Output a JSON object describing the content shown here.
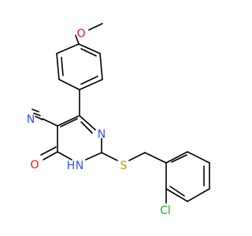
{
  "molecule": {
    "atoms": {
      "o_methoxy": {
        "symbol": "O",
        "color": "#ff0d0d"
      },
      "n_nitrile": {
        "symbol": "N",
        "color": "#3050f8"
      },
      "n_ring": {
        "symbol": "N",
        "color": "#3050f8"
      },
      "o_carbonyl": {
        "symbol": "O",
        "color": "#ff0d0d"
      },
      "nh_ring": {
        "symbol": "H",
        "subscript": "N",
        "color": "#3050f8"
      },
      "s_thioether": {
        "symbol": "S",
        "color": "#b8a200"
      },
      "cl": {
        "symbol": "Cl",
        "color": "#1fb01f"
      }
    },
    "bond_color": "#000000"
  }
}
